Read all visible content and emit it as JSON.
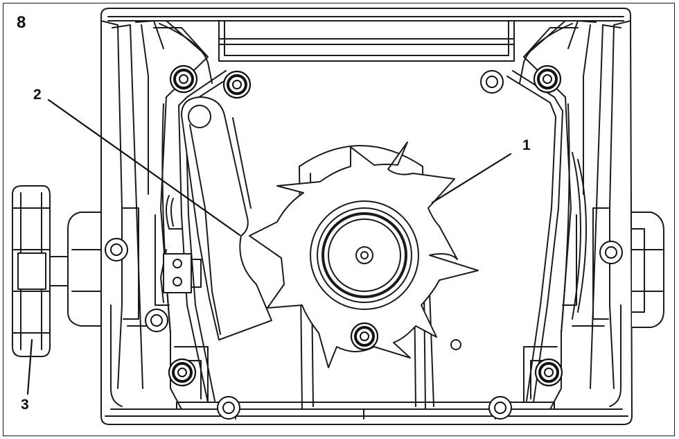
{
  "figure": {
    "number": "8",
    "callouts": [
      {
        "id": "callout-1",
        "text": "1"
      },
      {
        "id": "callout-2",
        "text": "2"
      },
      {
        "id": "callout-3",
        "text": "3"
      }
    ]
  },
  "colors": {
    "line": "#1a1a1a",
    "background": "#ffffff",
    "shade": "#e6e6e6"
  }
}
